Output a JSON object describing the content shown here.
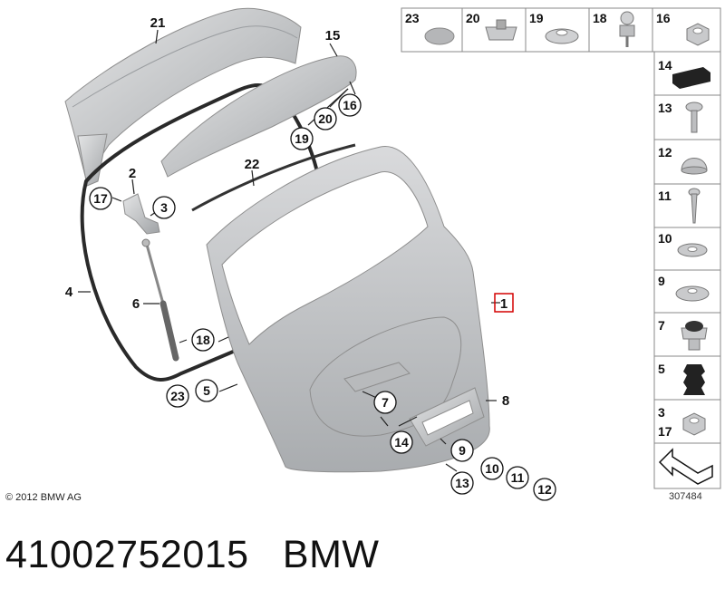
{
  "callouts": {
    "c1": "1",
    "c2": "2",
    "c3": "3",
    "c4": "4",
    "c5": "5",
    "c6": "6",
    "c7": "7",
    "c8": "8",
    "c9": "9",
    "c10": "10",
    "c11": "11",
    "c12": "12",
    "c13": "13",
    "c14": "14",
    "c15": "15",
    "c16": "16",
    "c17": "17",
    "c18": "18",
    "c19": "19",
    "c20": "20",
    "c21": "21",
    "c22": "22",
    "c23": "23"
  },
  "legend_top": [
    "23",
    "20",
    "19",
    "18",
    "16"
  ],
  "legend_side": [
    "14",
    "13",
    "12",
    "11",
    "10",
    "9",
    "7",
    "5",
    "3",
    "17"
  ],
  "copyright": "© 2012 BMW AG",
  "ref_number": "307484",
  "caption_part_number": "41002752015",
  "caption_brand": "BMW",
  "colors": {
    "highlight": "#d40000",
    "metal": "#c3c5c7",
    "seal": "#2a2a2a"
  }
}
